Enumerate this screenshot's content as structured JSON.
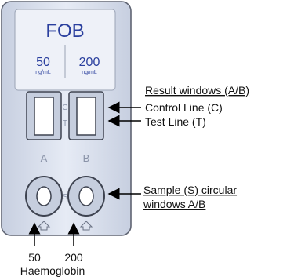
{
  "device": {
    "title": "FOB",
    "left_conc": {
      "value": "50",
      "unit": "ng/mL"
    },
    "right_conc": {
      "value": "200",
      "unit": "ng/mL"
    },
    "c_mark": "C",
    "t_mark": "T",
    "window_a": "A",
    "window_b": "B",
    "s_mark": "S"
  },
  "annotations": {
    "result_windows": "Result windows (A/B)",
    "control_line": "Control Line (C)",
    "test_line": "Test Line (T)",
    "sample_line1": "Sample (S) circular",
    "sample_line2": "windows A/B"
  },
  "bottom": {
    "label_50": "50",
    "label_200": "200",
    "caption": "Haemoglobin"
  }
}
